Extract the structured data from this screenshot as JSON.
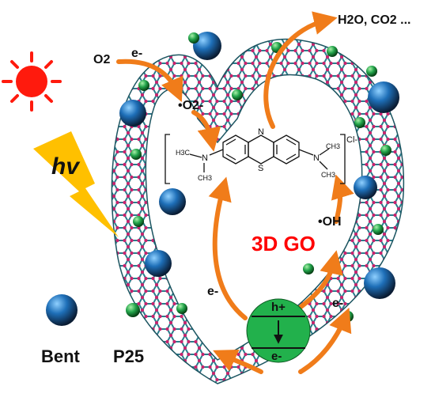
{
  "labels": {
    "products": "H2O, CO2 ...",
    "oxygen": "O2",
    "electron_top": "e-",
    "superoxide": "•O2-",
    "hydroxyl": "•OH",
    "material": "3D GO",
    "electron_left": "e-",
    "electron_right": "e-",
    "hole": "h+",
    "electron_bottom": "e-",
    "light": "hv",
    "legend_bent": "Bent",
    "legend_p25": "P25",
    "counter_ion": "Cl-",
    "n_left": "N",
    "n_right": "N",
    "n_ring": "N",
    "s_ring": "S",
    "methyl_1": "H3C",
    "methyl_2": "CH3",
    "methyl_3": "CH3",
    "methyl_4": "CH3"
  },
  "colors": {
    "arrow": "#f07c1a",
    "sun": "#ff1a0d",
    "lightning": "#ffc000",
    "material_label": "#ff0000",
    "band_circle": "#22b14c",
    "lattice_bond": "#2a7d8c",
    "lattice_node": "#c8236e",
    "bent": "#1e6fb8",
    "p25": "#22a34a"
  }
}
